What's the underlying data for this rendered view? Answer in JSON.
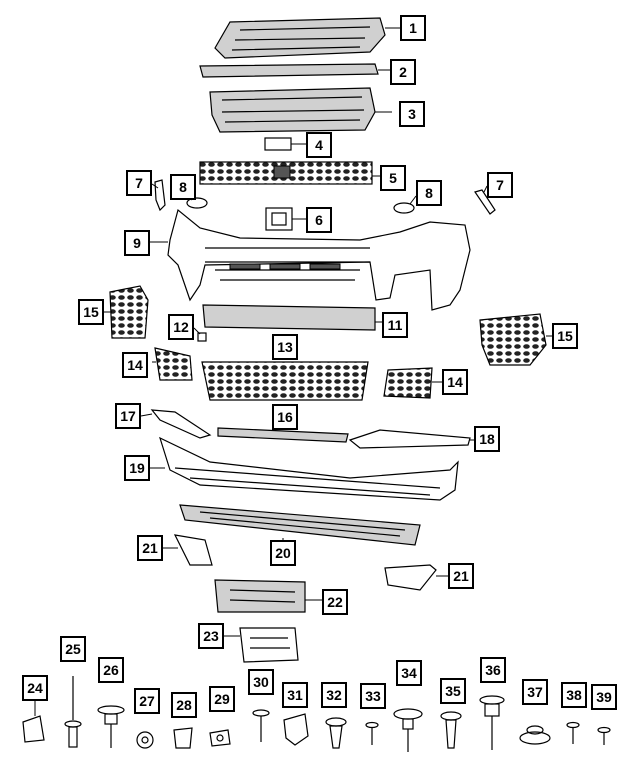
{
  "diagram": {
    "callouts": [
      {
        "id": "c1",
        "label": "1"
      },
      {
        "id": "c2",
        "label": "2"
      },
      {
        "id": "c3",
        "label": "3"
      },
      {
        "id": "c4",
        "label": "4"
      },
      {
        "id": "c5",
        "label": "5"
      },
      {
        "id": "c6",
        "label": "6"
      },
      {
        "id": "c7a",
        "label": "7"
      },
      {
        "id": "c7b",
        "label": "7"
      },
      {
        "id": "c8a",
        "label": "8"
      },
      {
        "id": "c8b",
        "label": "8"
      },
      {
        "id": "c9",
        "label": "9"
      },
      {
        "id": "c11",
        "label": "11"
      },
      {
        "id": "c12",
        "label": "12"
      },
      {
        "id": "c13",
        "label": "13"
      },
      {
        "id": "c14a",
        "label": "14"
      },
      {
        "id": "c14b",
        "label": "14"
      },
      {
        "id": "c15a",
        "label": "15"
      },
      {
        "id": "c15b",
        "label": "15"
      },
      {
        "id": "c16",
        "label": "16"
      },
      {
        "id": "c17",
        "label": "17"
      },
      {
        "id": "c18",
        "label": "18"
      },
      {
        "id": "c19",
        "label": "19"
      },
      {
        "id": "c20",
        "label": "20"
      },
      {
        "id": "c21a",
        "label": "21"
      },
      {
        "id": "c21b",
        "label": "21"
      },
      {
        "id": "c22",
        "label": "22"
      },
      {
        "id": "c23",
        "label": "23"
      },
      {
        "id": "c24",
        "label": "24"
      },
      {
        "id": "c25",
        "label": "25"
      },
      {
        "id": "c26",
        "label": "26"
      },
      {
        "id": "c27",
        "label": "27"
      },
      {
        "id": "c28",
        "label": "28"
      },
      {
        "id": "c29",
        "label": "29"
      },
      {
        "id": "c30",
        "label": "30"
      },
      {
        "id": "c31",
        "label": "31"
      },
      {
        "id": "c32",
        "label": "32"
      },
      {
        "id": "c33",
        "label": "33"
      },
      {
        "id": "c34",
        "label": "34"
      },
      {
        "id": "c35",
        "label": "35"
      },
      {
        "id": "c36",
        "label": "36"
      },
      {
        "id": "c37",
        "label": "37"
      },
      {
        "id": "c38",
        "label": "38"
      },
      {
        "id": "c39",
        "label": "39"
      }
    ]
  }
}
